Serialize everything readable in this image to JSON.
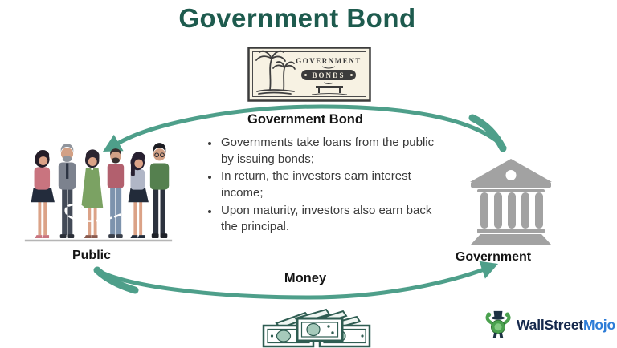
{
  "page": {
    "title": "Government Bond"
  },
  "certificate": {
    "header": "GOVERNMENT",
    "banner": "BONDS"
  },
  "flow": {
    "top_arrow_label": "Government Bond",
    "bottom_arrow_label": "Money",
    "bullets": [
      "Governments take loans from the public by issuing bonds;",
      "In return, the investors earn interest income;",
      "Upon maturity, investors also earn back the principal."
    ],
    "left_entity": "Public",
    "right_entity": "Government"
  },
  "branding": {
    "name_part1": "WallStreet",
    "name_part2": "Mojo"
  },
  "colors": {
    "accent_teal": "#4e9f8a",
    "title_teal": "#1e5b4e",
    "building_gray": "#a2a2a2",
    "logo_navy": "#16294d",
    "logo_blue": "#2d7cd7"
  }
}
